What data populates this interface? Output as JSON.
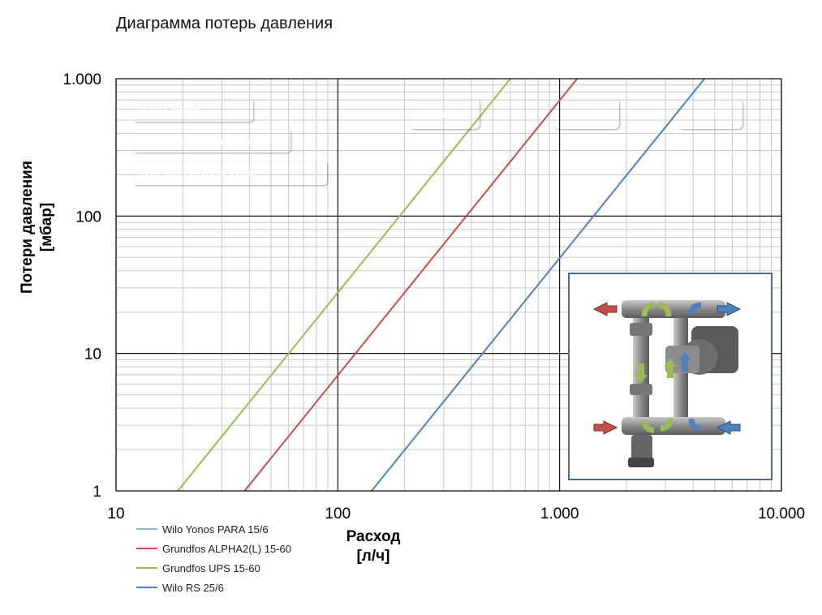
{
  "title": "Диаграмма потерь давления",
  "colors": {
    "kv1": "#9bbb59",
    "kv2": "#c0504d",
    "kvs": "#4f81bd",
    "grid_major": "#000000",
    "grid_minor": "#c8c8c8"
  },
  "chart_data": {
    "type": "line",
    "xscale": "log",
    "yscale": "log",
    "xlim": [
      10,
      10000
    ],
    "ylim": [
      1,
      1000
    ],
    "x_ticks": [
      10,
      100,
      1000,
      10000
    ],
    "x_tick_labels": [
      "10",
      "100",
      "1.000",
      "10.000"
    ],
    "y_ticks": [
      1,
      10,
      100,
      1000
    ],
    "y_tick_labels": [
      "1",
      "10",
      "100",
      "1.000"
    ],
    "xlabel": [
      "Расход",
      "[л/ч]"
    ],
    "ylabel": [
      "Потери давления",
      "[мбар]"
    ],
    "grid": true,
    "series": [
      {
        "kv": 0.6,
        "label": "0,6",
        "color": "#9bbb59",
        "x": [
          19,
          600
        ],
        "y": [
          1,
          1000
        ]
      },
      {
        "kv": 1.2,
        "label": "1,2",
        "color": "#c0504d",
        "x": [
          38,
          1200
        ],
        "y": [
          1,
          1000
        ]
      },
      {
        "kv": 4.5,
        "label": "4,5",
        "color": "#4f81bd",
        "x": [
          142,
          4500
        ],
        "y": [
          1,
          1000
        ]
      }
    ],
    "legend": [
      {
        "name": "Wilo Yonos PARA 15/6",
        "color": "#95b3d7"
      },
      {
        "name": "Grundfos ALPHA2(L) 15-60",
        "color": "#c0504d"
      },
      {
        "name": "Grundfos UPS 15-60",
        "color": "#9bbb59"
      },
      {
        "name": "Wilo RS 25/6",
        "color": "#4f81bd"
      }
    ],
    "legend_position": "bottom-left"
  },
  "badges": [
    {
      "kv": "K",
      "sub": "V1",
      "text": " : Байпас",
      "color": "#9bbb59"
    },
    {
      "kv": "K",
      "sub": "V2",
      "text": " : Смесительный клапан",
      "color": "#c0504d"
    },
    {
      "kv": "K",
      "sub": "VS",
      "text": ": Контур коллектора",
      "color": "#4f81bd"
    }
  ],
  "kv_tags": [
    {
      "k": "K",
      "sub": "V1",
      "value": " 0,6",
      "color": "#9bbb59"
    },
    {
      "k": "K",
      "sub": "V2",
      "value": " 1,2",
      "color": "#c0504d"
    },
    {
      "k": "K",
      "sub": "VS",
      "value": " 4,5",
      "color": "#4f81bd"
    }
  ]
}
